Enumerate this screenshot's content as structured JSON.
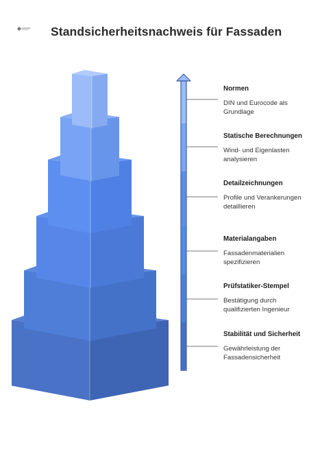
{
  "title": "Standsicherheitsnachweis für Fassaden",
  "colors": {
    "arrow_segments": [
      "#9cbdf6",
      "#7ba5f2",
      "#5e8ee9",
      "#548be6",
      "#4e7fd8",
      "#4670c4"
    ],
    "blocks": [
      {
        "top": "#b3cbfb",
        "front": "#9bbcf8",
        "side": "#85aaf0"
      },
      {
        "top": "#8bb0f5",
        "front": "#79a4f5",
        "side": "#6795ea"
      },
      {
        "top": "#6d9af1",
        "front": "#5d8ff0",
        "side": "#4f81e4"
      },
      {
        "top": "#6292ec",
        "front": "#5687e8",
        "side": "#4a79d8"
      },
      {
        "top": "#5c88dc",
        "front": "#4f7ed8",
        "side": "#4472c8"
      },
      {
        "top": "#5a7fcf",
        "front": "#4a72c6",
        "side": "#3e64b4"
      }
    ]
  },
  "levels": [
    {
      "title": "Normen",
      "desc": "DIN und Eurocode als Grundlage"
    },
    {
      "title": "Statische Berechnungen",
      "desc": "Wind- und Eigenlasten analysieren"
    },
    {
      "title": "Detailzeichnungen",
      "desc": "Profile und Verankerungen detaillieren"
    },
    {
      "title": "Materialangaben",
      "desc": "Fassadenmaterialien spezifizieren"
    },
    {
      "title": "Prüfstatiker-Stempel",
      "desc": "Bestätigung durch qualifizierten Ingenieur"
    },
    {
      "title": "Stabilität und Sicherheit",
      "desc": "Gewährleistung der Fassadensicherheit"
    }
  ]
}
